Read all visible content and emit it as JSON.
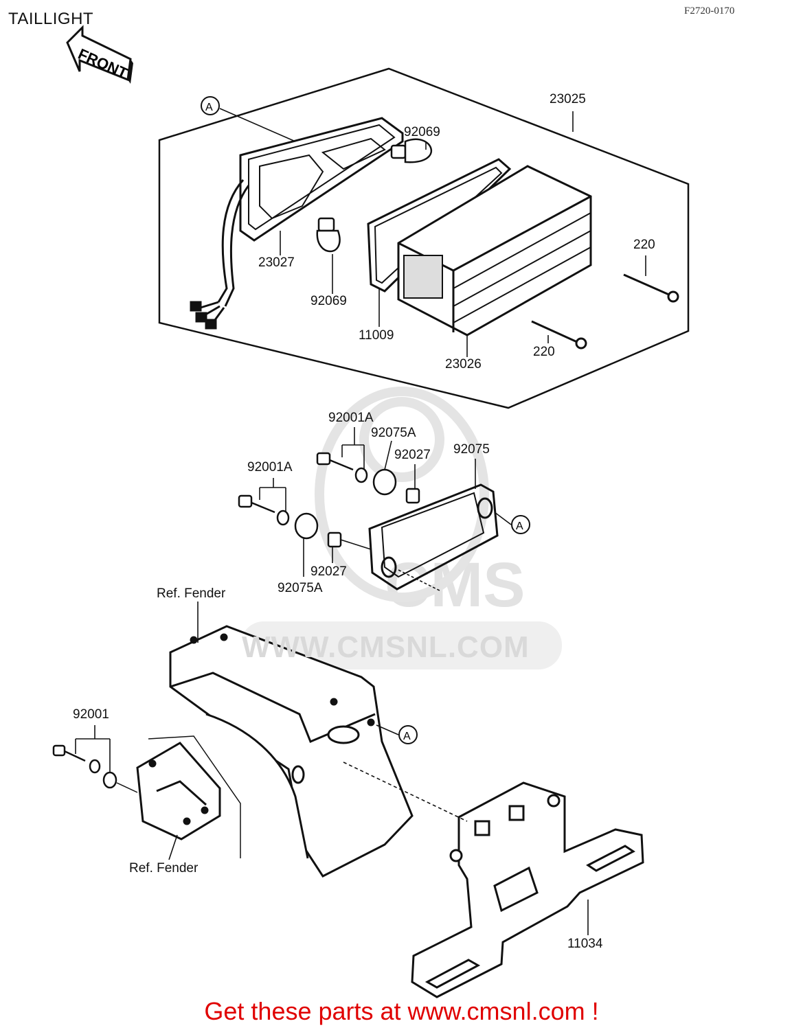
{
  "header": {
    "title": "TAILLIGHT",
    "figure_id": "F2720-0170"
  },
  "arrow_label": "FRONT",
  "watermark": {
    "brand": "CMS",
    "url": "WWW.CMSNL.COM"
  },
  "callouts": {
    "ref_a": "A",
    "p23025": "23025",
    "p92069_top": "92069",
    "p92069_bottom": "92069",
    "p23027": "23027",
    "p11009": "11009",
    "p220_top": "220",
    "p220_bottom": "220",
    "p23026": "23026",
    "p92001a_top": "92001A",
    "p92001a_left": "92001A",
    "p92075a_top": "92075A",
    "p92075a_bottom": "92075A",
    "p92027_top": "92027",
    "p92027_bottom": "92027",
    "p92075": "92075",
    "ref_fender_top": "Ref. Fender",
    "ref_fender_bottom": "Ref. Fender",
    "p92001": "92001",
    "p11034": "11034"
  },
  "footer": {
    "text": "Get these parts at www.cmsnl.com !"
  }
}
